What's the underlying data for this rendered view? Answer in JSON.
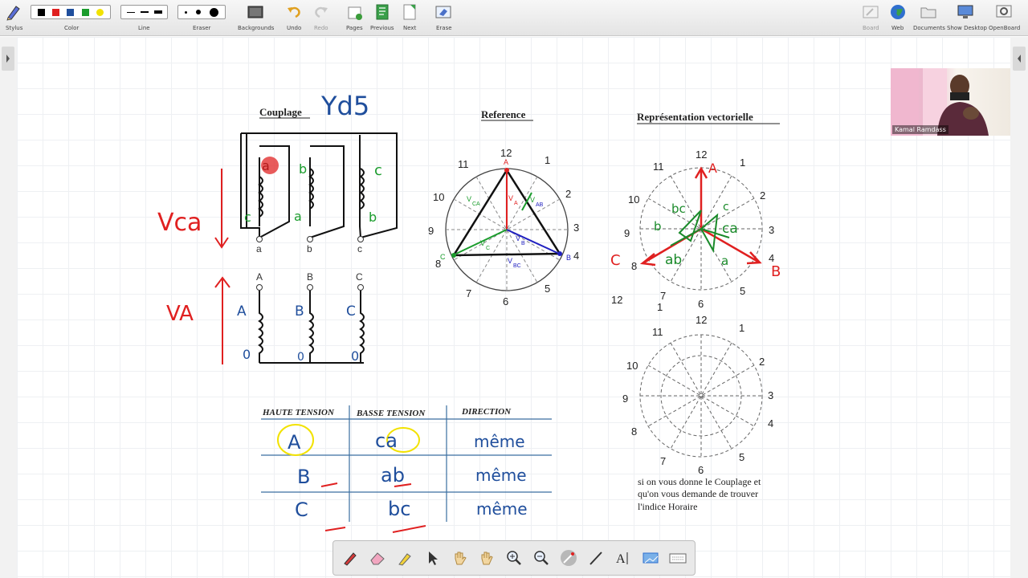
{
  "toolbar": {
    "stylus": "Stylus",
    "color": "Color",
    "line": "Line",
    "eraser": "Eraser",
    "backgrounds": "Backgrounds",
    "undo": "Undo",
    "redo": "Redo",
    "pages": "Pages",
    "previous": "Previous",
    "next": "Next",
    "erase": "Erase",
    "board": "Board",
    "web": "Web",
    "documents": "Documents",
    "show_desktop": "Show Desktop",
    "openboard": "OpenBoard",
    "palette": [
      "#000000",
      "#e02020",
      "#1f4e9c",
      "#1a9c2c",
      "#f2e200"
    ]
  },
  "webcam": {
    "name": "Kamal Ramdass"
  },
  "couplage": {
    "title": "Couplage",
    "code": "Yd5",
    "vca_label": "Vca",
    "va_label": "VA",
    "low_terminals": [
      "a",
      "b",
      "c"
    ],
    "high_terminals": [
      "A",
      "B",
      "C"
    ],
    "hw_low_top": [
      "a",
      "b",
      "c"
    ],
    "hw_low_bottom": [
      "c",
      "a",
      "b"
    ],
    "hw_high": [
      "A",
      "B",
      "C"
    ],
    "hw_zeros": [
      "0",
      "0",
      "0"
    ]
  },
  "reference": {
    "title": "Reference",
    "clock": [
      "12",
      "1",
      "2",
      "3",
      "4",
      "5",
      "6",
      "7",
      "8",
      "9",
      "10",
      "11"
    ],
    "vertex_a": "A",
    "vertex_b": "B",
    "vertex_c": "C",
    "v_ca": "V",
    "v_ca_sub": "CA",
    "v_ab": "V",
    "v_ab_sub": "AB",
    "v_a": "V",
    "v_a_sub": "A",
    "v_b": "V",
    "v_b_sub": "B",
    "v_c": "V",
    "v_c_sub": "C",
    "v_bc": "V",
    "v_bc_sub": "BC"
  },
  "vectorielle": {
    "title": "Représentation vectorielle",
    "clock": [
      "12",
      "1",
      "2",
      "3",
      "4",
      "5",
      "6",
      "7",
      "8",
      "9",
      "10",
      "11"
    ],
    "hw_big": [
      "A",
      "B",
      "C"
    ],
    "hw_small": [
      "a",
      "b",
      "c",
      "ab",
      "ca",
      "bc"
    ],
    "extra_12": "12",
    "extra_1": "1"
  },
  "clock2": {
    "numbers": [
      "12",
      "1",
      "2",
      "3",
      "4",
      "5",
      "6",
      "7",
      "8",
      "9",
      "10",
      "11"
    ],
    "note_line1": "si on vous  donne le Couplage et",
    "note_line2": "qu'on vous  demande de trouver",
    "note_line3": "l'indice Horaire"
  },
  "table": {
    "headers": [
      "HAUTE TENSION",
      "BASSE TENSION",
      "DIRECTION"
    ],
    "rows": [
      {
        "ht": "A",
        "bt": "ca",
        "dir": "même"
      },
      {
        "ht": "B",
        "bt": "ab",
        "dir": "même"
      },
      {
        "ht": "C",
        "bt": "bc",
        "dir": "même"
      }
    ]
  }
}
